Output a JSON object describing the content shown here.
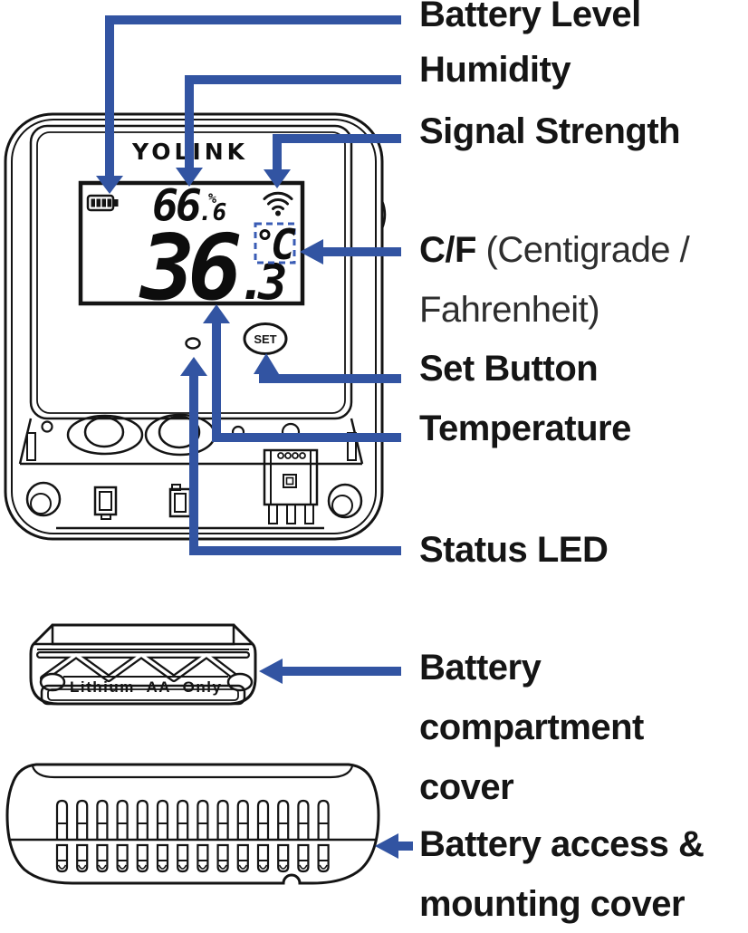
{
  "page": {
    "background": "#ffffff"
  },
  "device": {
    "brand_logo": "YOLINK",
    "lcd": {
      "humidity_display": "66.6%",
      "temperature_display": "36.3°C",
      "humidity_int": "66",
      "humidity_dec": ".6",
      "percent_sign": "%",
      "temp_int": "36",
      "temp_dot": ".",
      "temp_dec": "3",
      "unit_letter": "C"
    },
    "set_button_label": "SET",
    "battery_cover_text": "Lithium AA Only"
  },
  "icons": {
    "battery": "battery-level-icon",
    "wifi": "signal-strength-icon",
    "led": "status-led",
    "unit_box": "unit-selector-dashed-box",
    "degree": "degree-symbol"
  },
  "callouts": [
    {
      "id": "battery-level",
      "text": "Battery Level"
    },
    {
      "id": "humidity",
      "text": "Humidity"
    },
    {
      "id": "signal-strength",
      "text": "Signal Strength"
    },
    {
      "id": "cf",
      "bold": "C/F",
      "rest": " (Centigrade /",
      "line2": "Fahrenheit)"
    },
    {
      "id": "set-button",
      "text": "Set Button"
    },
    {
      "id": "temperature",
      "text": "Temperature"
    },
    {
      "id": "status-led",
      "text": "Status LED"
    },
    {
      "id": "battery-compartment-cover",
      "lines": [
        "Battery",
        "compartment",
        "cover"
      ]
    },
    {
      "id": "battery-access-mounting-cover",
      "lines": [
        "Battery access &",
        "mounting cover"
      ]
    }
  ],
  "colors": {
    "arrow_blue": "#3254a2",
    "line_ink": "#141414",
    "unit_box_blue": "#3a5cb5",
    "label_text": "#151515"
  }
}
